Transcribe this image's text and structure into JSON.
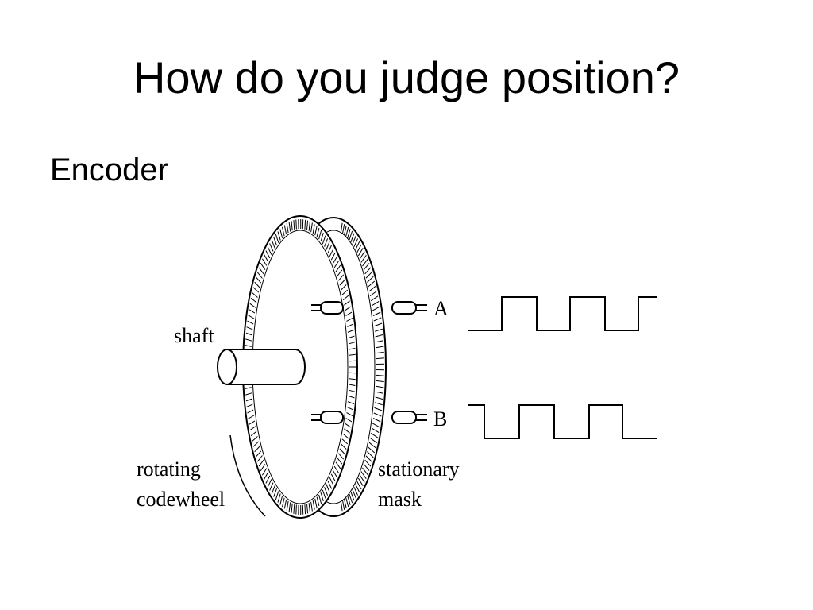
{
  "slide": {
    "title": "How do you judge position?",
    "bullet": "Encoder"
  },
  "diagram": {
    "labels": {
      "shaft": "shaft",
      "rotating_line1": "rotating",
      "rotating_line2": "codewheel",
      "stationary_line1": "stationary",
      "stationary_line2": "mask",
      "channel_a": "A",
      "channel_b": "B"
    },
    "line_color": "#000000"
  }
}
